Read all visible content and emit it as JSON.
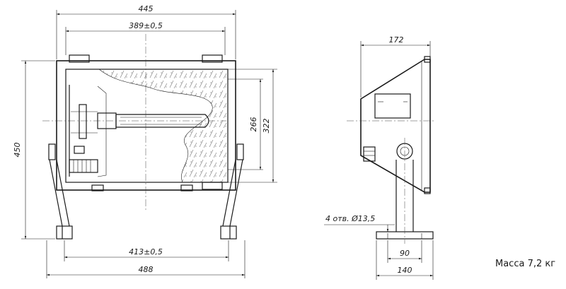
{
  "front_view": {
    "dims": {
      "overall_width": "445",
      "mount_width": "389±0,5",
      "overall_height": "450",
      "reflector_height": "322",
      "inner_height": "266",
      "foot_span": "413±0,5",
      "base_width": "488"
    }
  },
  "side_view": {
    "dims": {
      "depth": "172",
      "holes": "4 отв. Ø13,5",
      "hole_spacing": "90",
      "base_length": "140"
    }
  },
  "mass_label": "Масса 7,2 кг"
}
